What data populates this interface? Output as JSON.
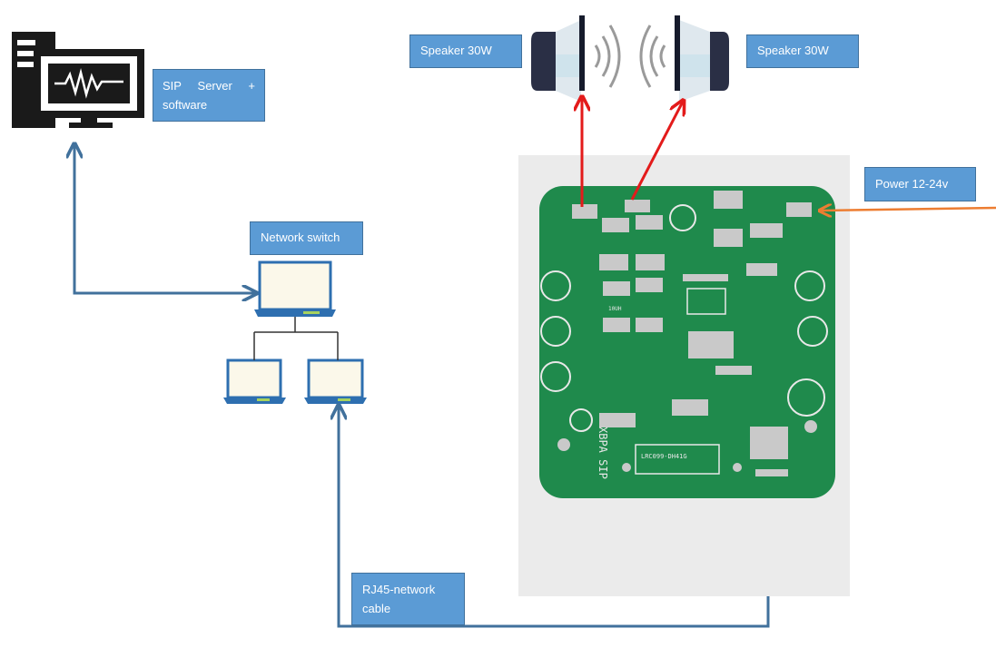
{
  "labels": {
    "sip_server_line1_a": "SIP",
    "sip_server_line1_b": "Server",
    "sip_server_line1_c": "+",
    "sip_server_line2": "software",
    "network_switch": "Network switch",
    "speaker_left": "Speaker 30W",
    "speaker_right": "Speaker 30W",
    "power": "Power 12-24v",
    "rj45_line1": "RJ45-network",
    "rj45_line2": "cable"
  },
  "pcb_silkscreen": {
    "board_name": "XBPA SIP",
    "part_no": "LRC099-DH41G",
    "label_10uh": "10UH"
  },
  "colors": {
    "label_fill": "#5b9bd5",
    "network_line": "#41719c",
    "speaker_line": "#e31b1b",
    "power_line": "#ed7d31",
    "pcb_green": "#1f8a4c"
  },
  "icons": [
    "server-monitor-icon",
    "laptop-icon",
    "speaker-icon",
    "sound-wave-icon",
    "pcb-board-image"
  ]
}
